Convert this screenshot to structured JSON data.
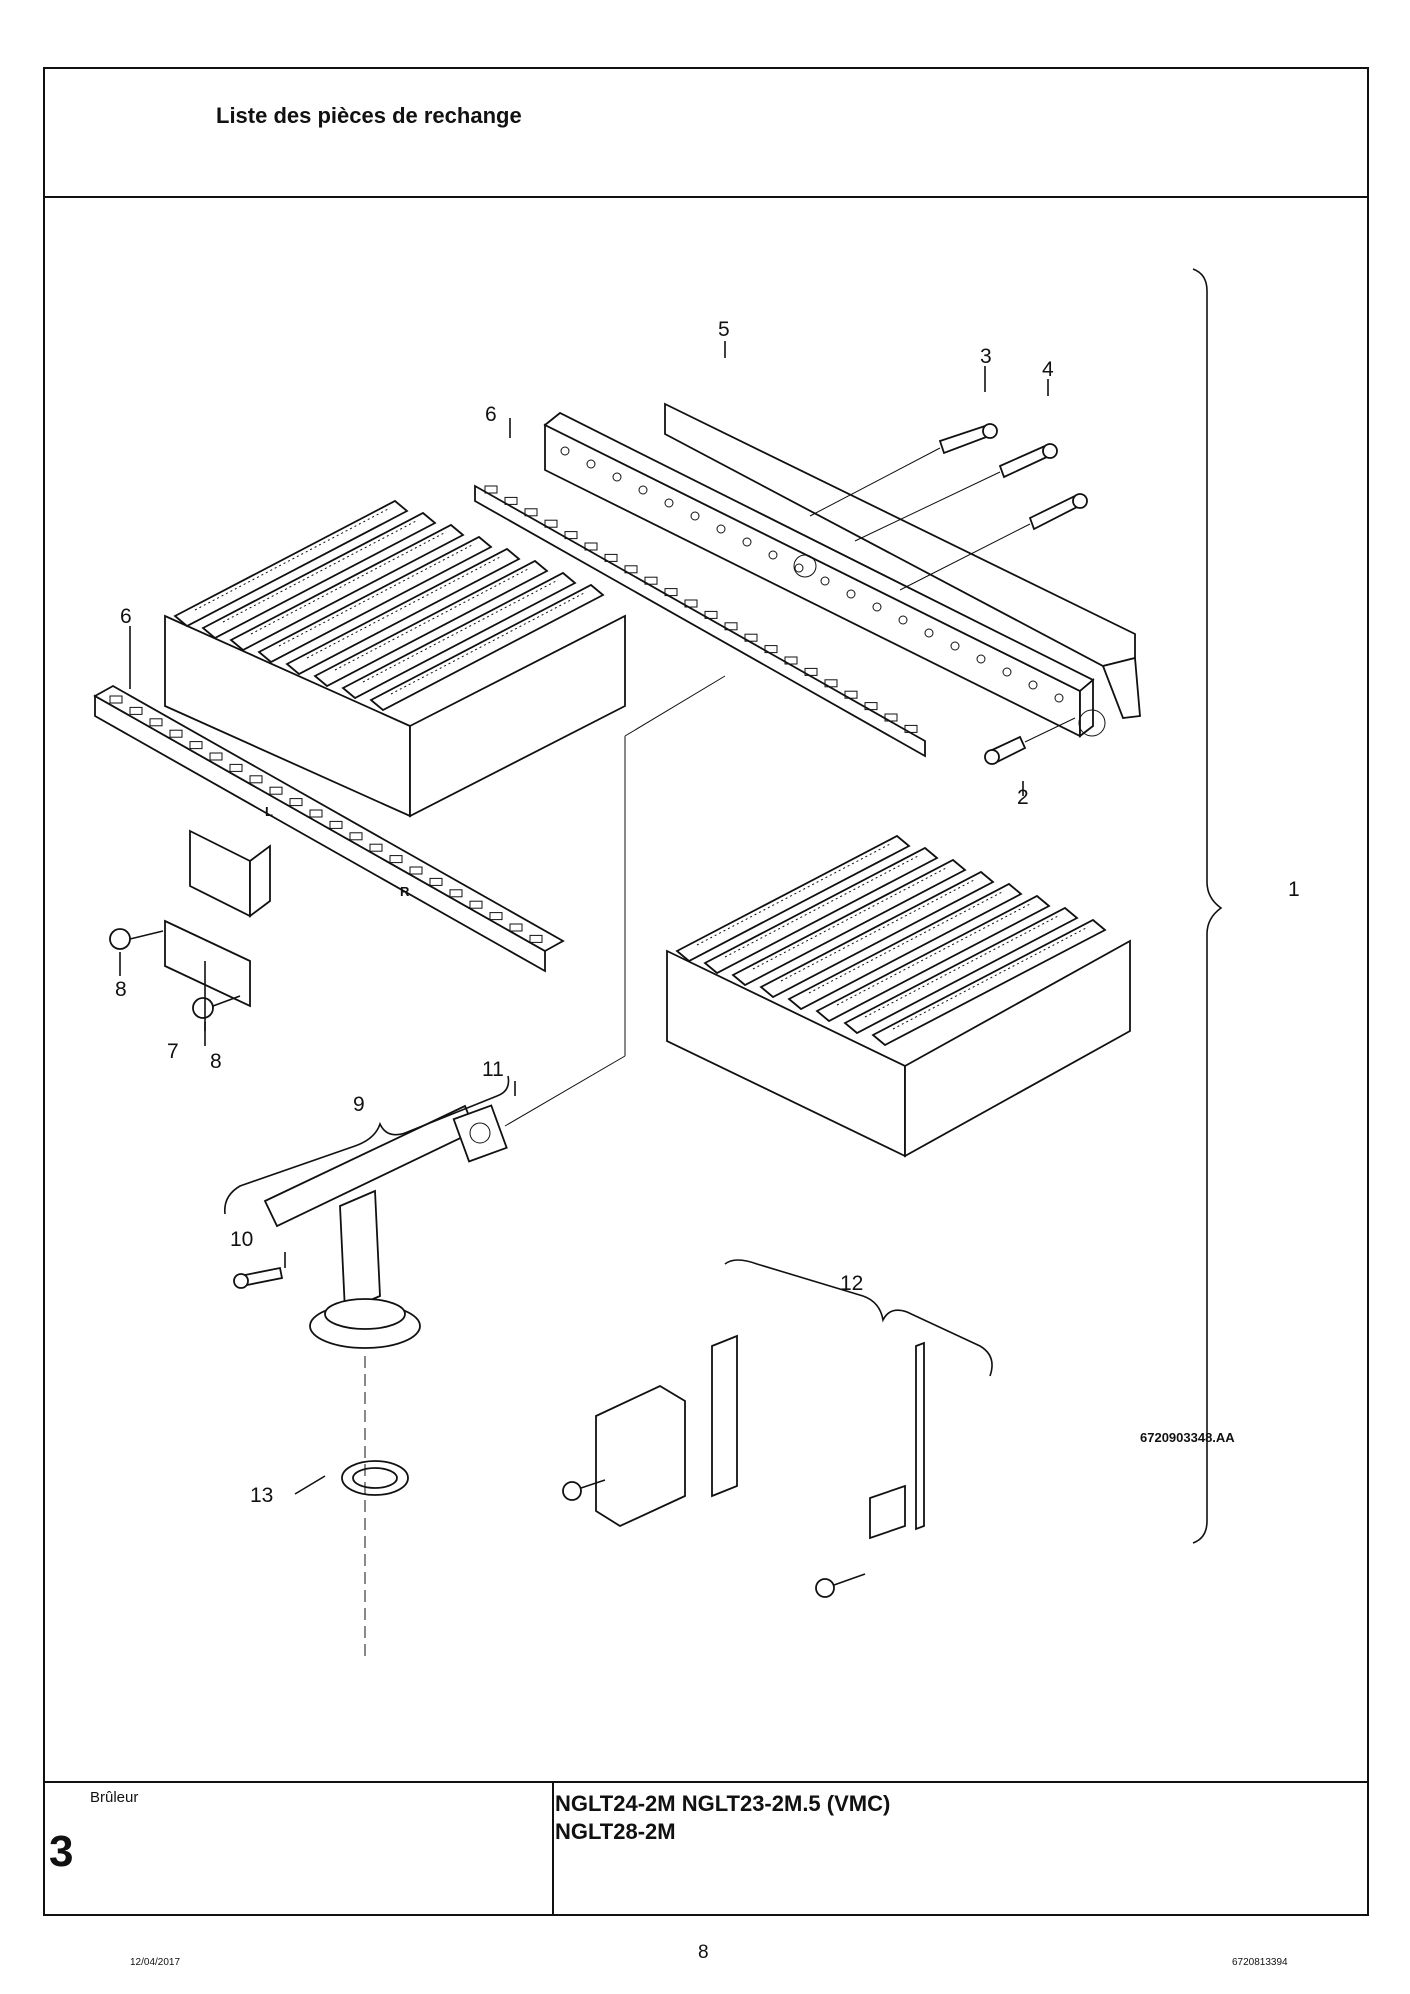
{
  "header": {
    "title": "Liste des pièces de rechange"
  },
  "diagram": {
    "reference": "6720903348.AA",
    "callouts": {
      "c1": "1",
      "c2": "2",
      "c3": "3",
      "c4": "4",
      "c5": "5",
      "c6a": "6",
      "c6b": "6",
      "c7": "7",
      "c8a": "8",
      "c8b": "8",
      "c9": "9",
      "c10": "10",
      "c11": "11",
      "c12": "12",
      "c13": "13"
    },
    "rail_marks": {
      "l": "L",
      "r": "R"
    }
  },
  "footer": {
    "section_label": "Brûleur",
    "section_number": "3",
    "models_line1": "NGLT24-2M NGLT23-2M.5 (VMC)",
    "models_line2": "NGLT28-2M"
  },
  "page": {
    "number": "8",
    "date": "12/04/2017",
    "doc_number": "6720813394"
  }
}
